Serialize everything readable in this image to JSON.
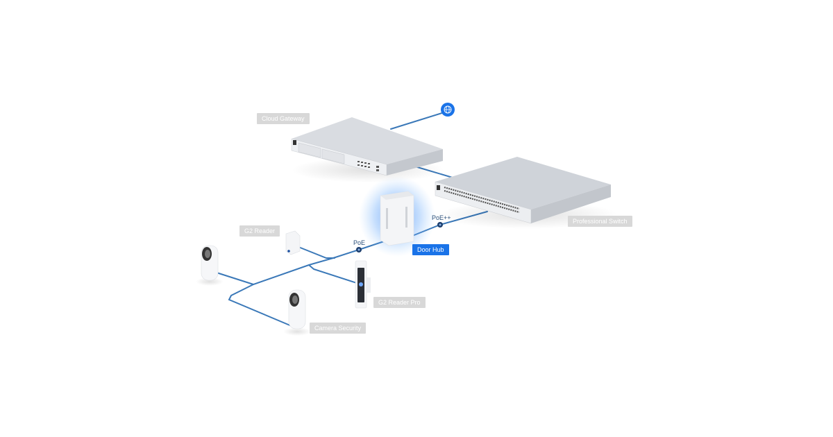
{
  "devices": {
    "cloud_gateway": "Cloud Gateway",
    "professional_switch": "Professional Switch",
    "door_hub": "Door Hub",
    "g2_reader": "G2 Reader",
    "g2_reader_pro": "G2 Reader Pro",
    "camera_security": "Camera Security"
  },
  "links": {
    "poe": "PoE",
    "poe_plus": "PoE++"
  },
  "icons": {
    "internet": "globe-icon"
  },
  "colors": {
    "link": "#3a78b8",
    "accent": "#1a73e8",
    "label_bg": "#d8d8d8"
  }
}
